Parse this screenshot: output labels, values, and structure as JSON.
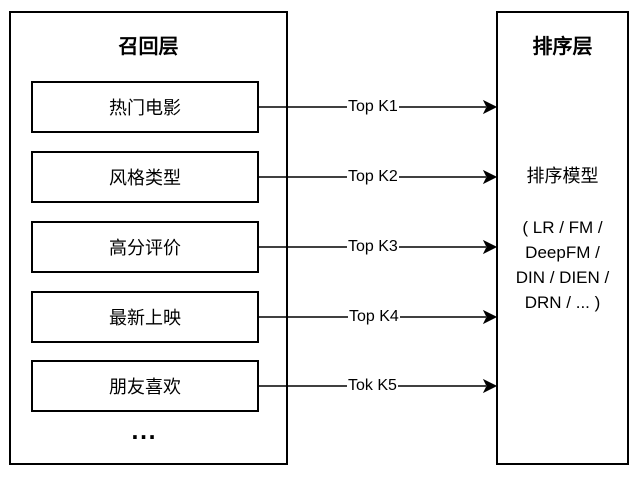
{
  "recall_layer": {
    "title": "召回层",
    "items": [
      {
        "label": "热门电影"
      },
      {
        "label": "风格类型"
      },
      {
        "label": "高分评价"
      },
      {
        "label": "最新上映"
      },
      {
        "label": "朋友喜欢"
      }
    ],
    "ellipsis": "..."
  },
  "ranking_layer": {
    "title": "排序层",
    "model_name": "排序模型",
    "model_list": [
      "( LR / FM /",
      "DeepFM /",
      "DIN / DIEN /",
      "DRN / ... )"
    ]
  },
  "arrows": [
    {
      "label": "Top K1"
    },
    {
      "label": "Top K2"
    },
    {
      "label": "Top K3"
    },
    {
      "label": "Top K4"
    },
    {
      "label": "Tok K5"
    }
  ],
  "colors": {
    "stroke": "#000000",
    "background": "#ffffff"
  }
}
